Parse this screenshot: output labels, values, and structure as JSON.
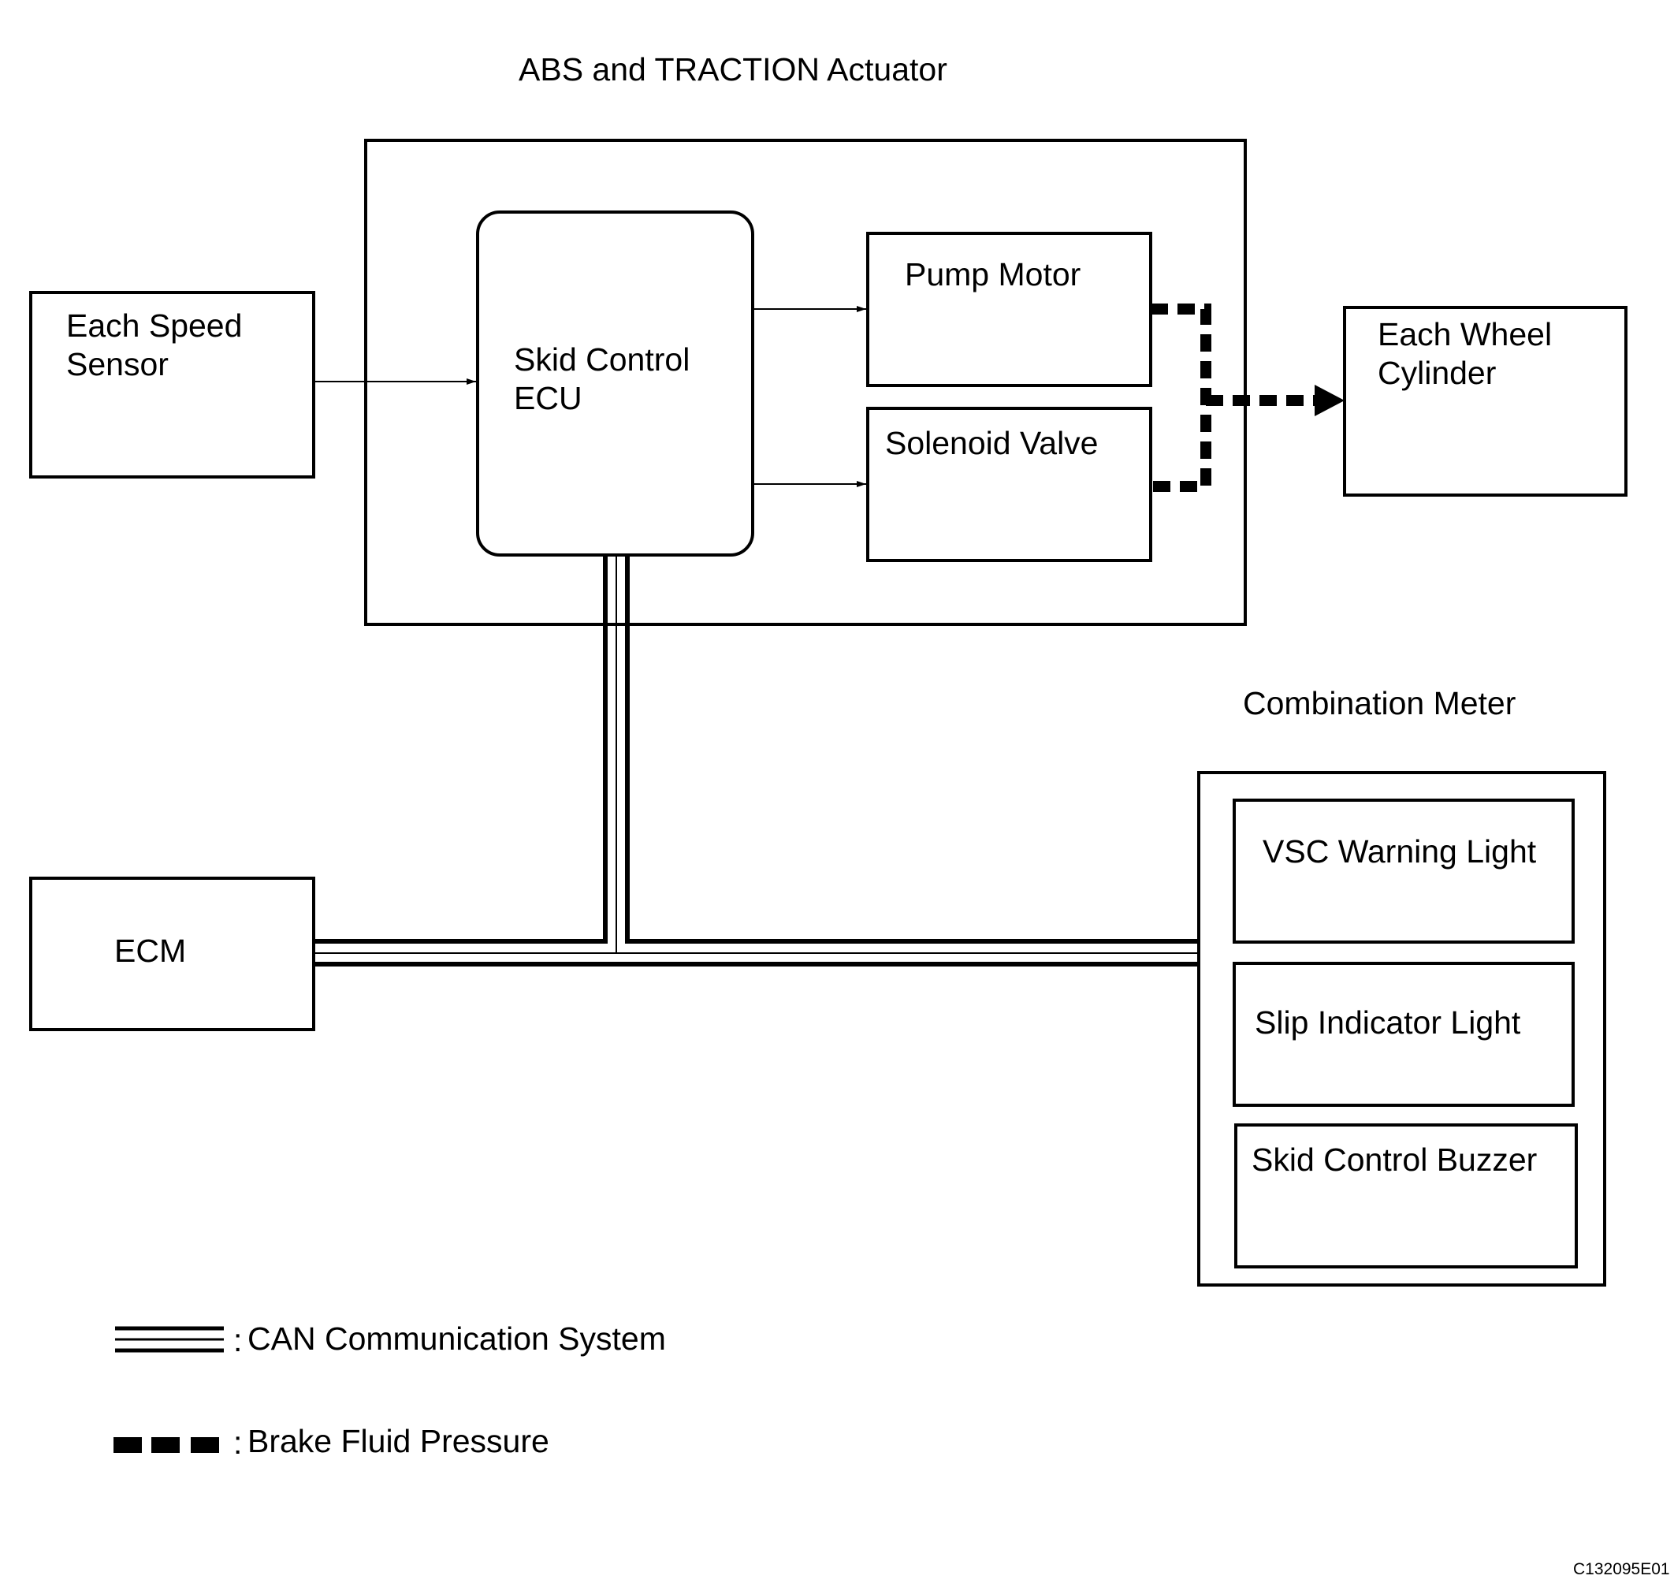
{
  "titles": {
    "actuator_group": "ABS and TRACTION Actuator",
    "meter_group": "Combination Meter"
  },
  "blocks": {
    "speed_sensor": "Each Speed\nSensor",
    "skid_ecu": "Skid Control\nECU",
    "pump_motor": "Pump Motor",
    "solenoid_valve": "Solenoid Valve",
    "wheel_cylinder": "Each Wheel\nCylinder",
    "ecm": "ECM",
    "vsc_warning": "VSC Warning Light",
    "slip_indicator": "Slip Indicator Light",
    "skid_buzzer": "Skid Control Buzzer"
  },
  "legend": {
    "can_label": "CAN Communication System",
    "brake_label": "Brake Fluid Pressure",
    "separator": ":"
  },
  "figure_code": "C132095E01",
  "colors": {
    "line": "#000000",
    "background": "#ffffff"
  }
}
